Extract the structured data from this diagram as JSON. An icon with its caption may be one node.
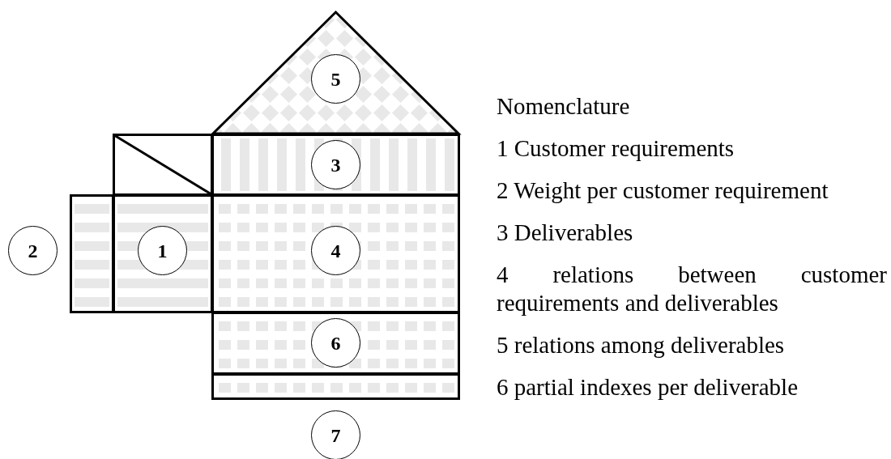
{
  "diagram": {
    "nodes": [
      {
        "text": [],
        "shape": "triangle"
      },
      {
        "text": [
          "5"
        ],
        "in": 0
      },
      {
        "text": [],
        "shape": "box"
      },
      {
        "text": [],
        "shape": "box"
      },
      {
        "text": [
          "3"
        ],
        "in": 3
      },
      {
        "text": [
          "2"
        ]
      },
      {
        "text": [],
        "shape": "box"
      },
      {
        "text": [],
        "shape": "box"
      },
      {
        "text": [
          "1"
        ],
        "in": 7
      },
      {
        "text": [],
        "shape": "box"
      },
      {
        "text": [
          "4"
        ],
        "in": 9
      },
      {
        "text": [],
        "shape": "box"
      },
      {
        "text": [
          "6"
        ],
        "in": 11
      },
      {
        "text": [],
        "shape": "box"
      },
      {
        "text": [
          "7"
        ]
      }
    ],
    "edges": [],
    "labels": [
      "Nomenclature",
      "1 Customer requirements",
      "2 Weight per customer requirement",
      "3 Deliverables",
      "4 relations between customer requirements and deliverables",
      "5 relations among deliverables",
      "6 partial indexes per deliverable"
    ]
  }
}
